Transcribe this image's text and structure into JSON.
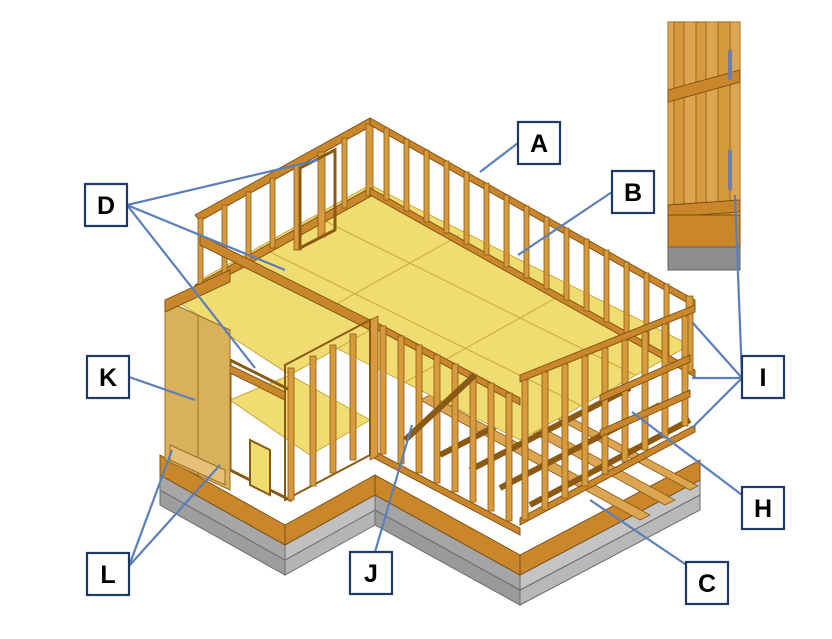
{
  "callouts": {
    "A": "A",
    "B": "B",
    "C": "C",
    "D": "D",
    "H": "H",
    "I": "I",
    "J": "J",
    "K": "K",
    "L": "L"
  },
  "colors": {
    "framing": "#d79a3c",
    "subfloor": "#f1dc72",
    "foundation": "#9a9a9a",
    "leader": "#5b7fb8",
    "box_border": "#1f3864"
  }
}
